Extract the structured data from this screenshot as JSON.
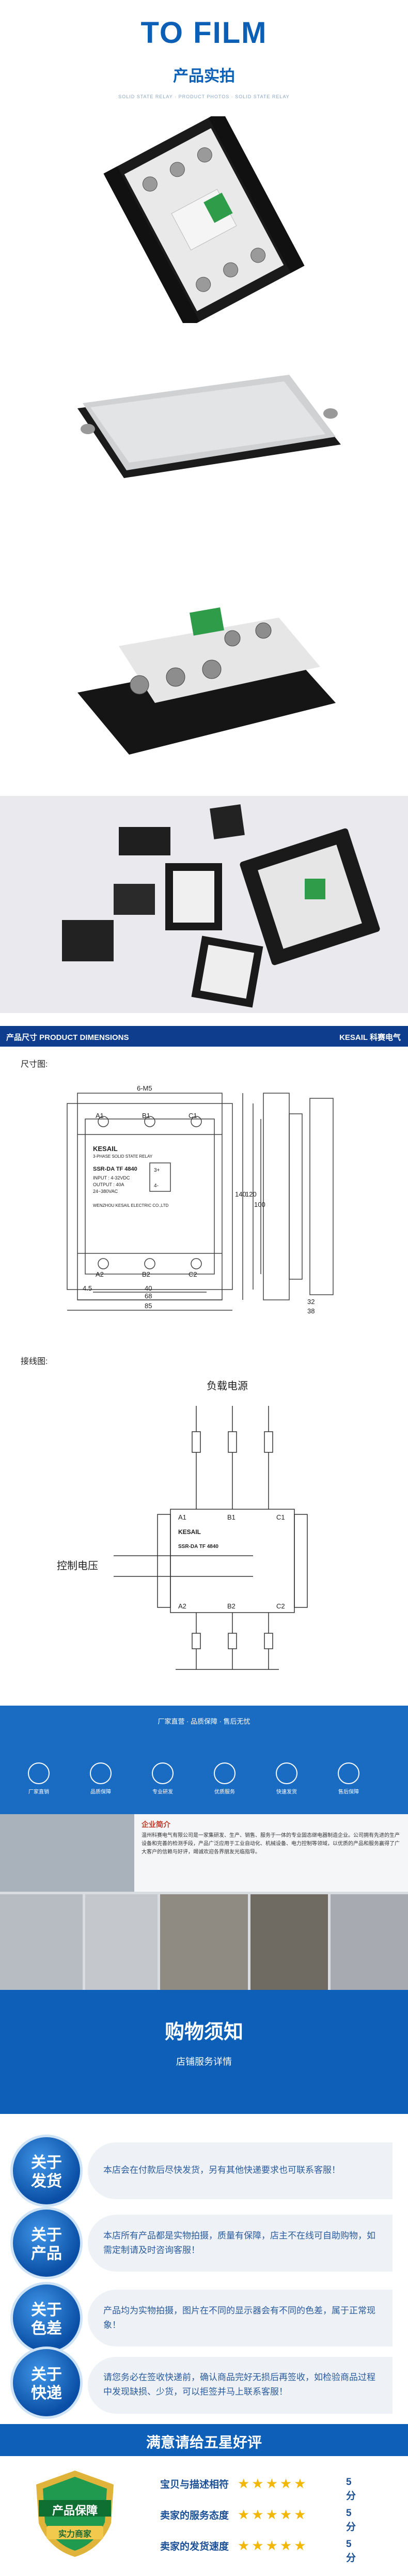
{
  "header": {
    "title": "TO FILM",
    "subtitle": "产品实拍",
    "fine_print": "SOLID STATE RELAY · PRODUCT PHOTOS · SOLID STATE RELAY"
  },
  "dimensions": {
    "banner_left": "产品尺寸 PRODUCT DIMENSIONS",
    "banner_brand": "KESAIL 科赛电气",
    "size_label": "尺寸图:",
    "wiring_label": "接线图:",
    "load_power_label": "负载电源",
    "control_voltage_label": "控制电压",
    "device": {
      "brand": "KESAIL",
      "type_line": "3-PHASE SOLID STATE RELAY",
      "model": "SSR-DA TF 4840",
      "input": "INPUT : 4-32VDC",
      "output": "OUTPUT : 40A",
      "voltage": "24~380VAC",
      "maker": "WENZHOU KESAIL ELECTRIC CO.,LTD",
      "terminals_top": [
        "A1",
        "B1",
        "C1"
      ],
      "terminals_bottom": [
        "A2",
        "B2",
        "C2"
      ],
      "control_terminals": [
        "3+",
        "4-"
      ]
    },
    "measures": {
      "screw": "6-M5",
      "hole": "4.5",
      "width_outer": "85",
      "width_mid": "68",
      "width_inner": "40",
      "height_total": "140",
      "height_body": "120",
      "height_inner": "100",
      "side_a": "32",
      "side_b": "38"
    }
  },
  "company": {
    "tagline": "厂家直营 · 品质保障 · 售后无忧",
    "capabilities": [
      "厂家直销",
      "品质保障",
      "专业研发",
      "优质服务",
      "快速发货",
      "售后保障"
    ],
    "intro_title": "企业简介",
    "intro_text": "温州科赛电气有限公司是一家集研发、生产、销售、服务于一体的专业固态继电器制造企业。公司拥有先进的生产设备和完善的检测手段，产品广泛应用于工业自动化、机械设备、电力控制等领域，以优质的产品和服务赢得了广大客户的信赖与好评，竭诚欢迎各界朋友光临指导。"
  },
  "notes": {
    "title": "购物须知",
    "subtitle": "店铺服务详情",
    "items": [
      {
        "badge": "关于\n发货",
        "text": "本店会在付款后尽快发货，另有其他快递要求也可联系客服！"
      },
      {
        "badge": "关于\n产品",
        "text": "本店所有产品都是实物拍摄，质量有保障，店主不在线可自助购物，如需定制请及时咨询客服！"
      },
      {
        "badge": "关于\n色差",
        "text": "产品均为实物拍摄，图片在不同的显示器会有不同的色差，属于正常现象！"
      },
      {
        "badge": "关于\n快递",
        "text": "请您务必在签收快递前，确认商品完好无损后再签收，如检验商品过程中发现缺损、少货，可以拒签并马上联系客服！"
      }
    ]
  },
  "rating": {
    "title": "满意请给五星好评",
    "badge_top": "产品保障",
    "badge_bottom": "实力商家",
    "rows": [
      {
        "label": "宝贝与描述相符",
        "score": "5分"
      },
      {
        "label": "卖家的服务态度",
        "score": "5分"
      },
      {
        "label": "卖家的发货速度",
        "score": "5分"
      }
    ]
  }
}
